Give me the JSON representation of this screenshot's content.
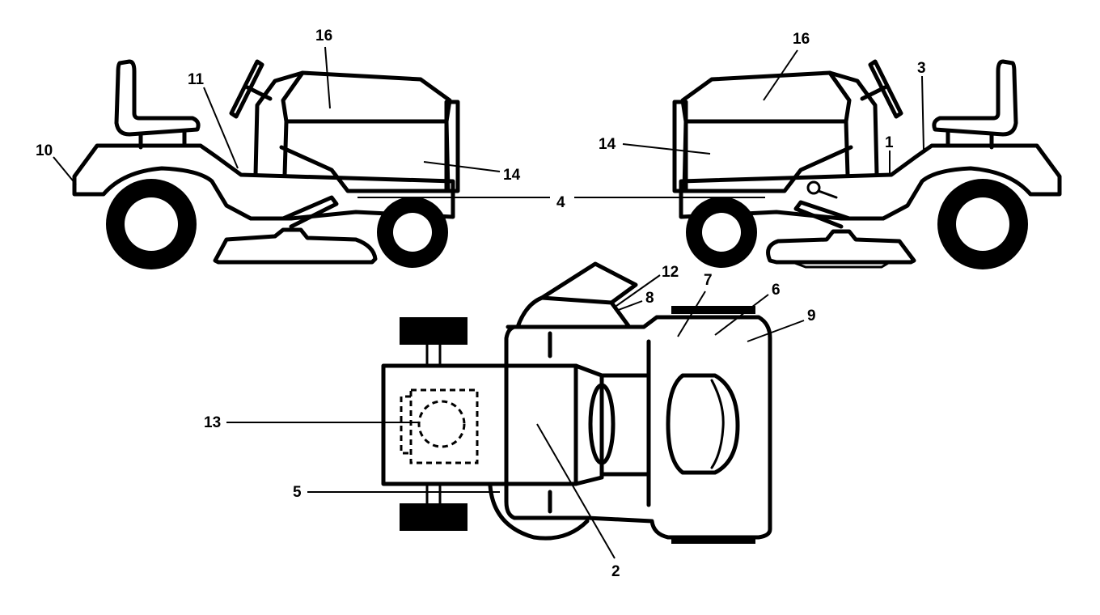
{
  "callouts": {
    "left": {
      "c16": "16",
      "c11": "11",
      "c10": "10",
      "c14": "14"
    },
    "right": {
      "c16": "16",
      "c3": "3",
      "c14": "14",
      "c1": "1"
    },
    "center": {
      "c4": "4"
    },
    "top": {
      "c12": "12",
      "c8": "8",
      "c7": "7",
      "c6": "6",
      "c9": "9",
      "c13": "13",
      "c5": "5",
      "c2": "2"
    }
  },
  "colors": {
    "line": "#000000",
    "background": "#ffffff"
  }
}
